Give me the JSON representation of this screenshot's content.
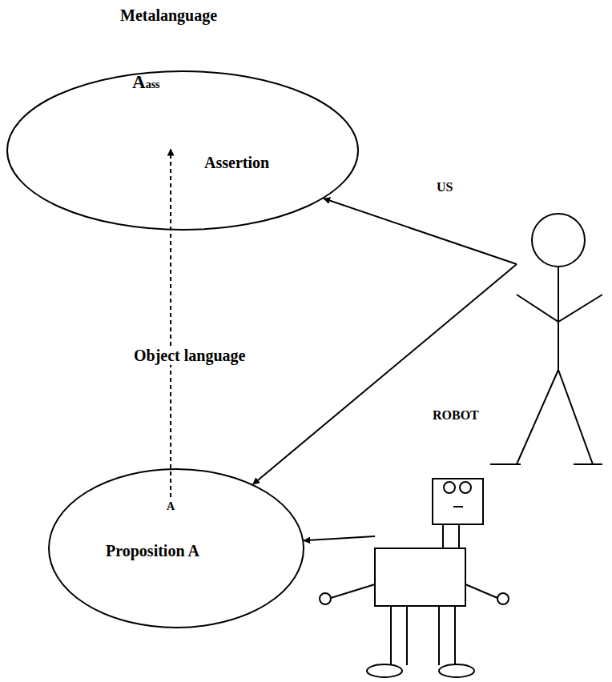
{
  "diagram": {
    "nodes": [
      {
        "text": [
          "Metalanguage",
          "Assertion"
        ]
      },
      {
        "text": [
          "Aass"
        ],
        "in": 0
      },
      {
        "text": [
          "US"
        ]
      },
      {
        "text": [
          "Proposition A"
        ]
      },
      {
        "text": [
          "A"
        ],
        "in": 3
      },
      {
        "text": [
          "ROBOT"
        ]
      }
    ],
    "edges": [
      {
        "from": 4,
        "to": 1,
        "arrow": "to"
      },
      {
        "from": 2,
        "to": 0,
        "arrow": "to"
      },
      {
        "from": 2,
        "to": 3,
        "arrow": "to"
      },
      {
        "from": 5,
        "to": 3,
        "arrow": "to"
      }
    ],
    "labels": [
      "Object language"
    ]
  }
}
